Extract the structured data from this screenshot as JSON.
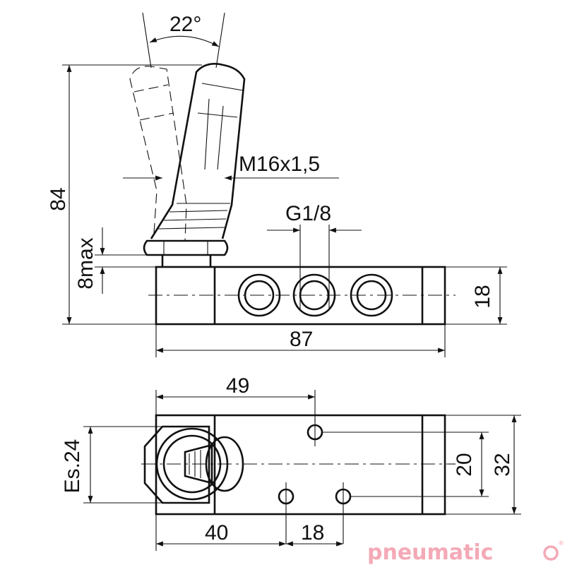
{
  "dimensions": {
    "angle": "22°",
    "height_total": "84",
    "thread": "M16x1,5",
    "port": "G1/8",
    "max_8": "8max",
    "height_body": "18",
    "length_total": "87",
    "len_49": "49",
    "wrench": "Es.24",
    "hole_spacing": "20",
    "width_body": "32",
    "len_40": "40",
    "len_18": "18"
  },
  "logo": {
    "text": "pneumatic",
    "suffix": "o"
  }
}
